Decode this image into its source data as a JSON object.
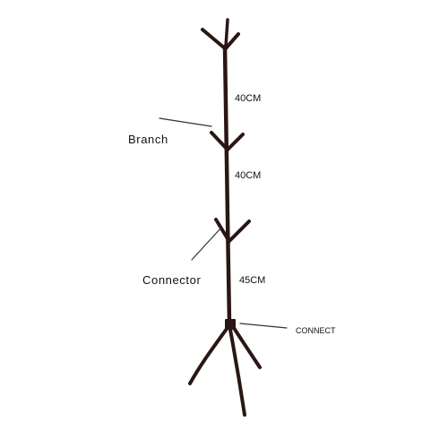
{
  "labels": {
    "segment_top": "40CM",
    "segment_middle": "40CM",
    "segment_bottom": "45CM",
    "branch": "Branch",
    "connector": "Connector",
    "base_connector": "CONNECT"
  },
  "colors": {
    "rack": "#2a1714",
    "leader": "#333333",
    "text": "#111111"
  }
}
